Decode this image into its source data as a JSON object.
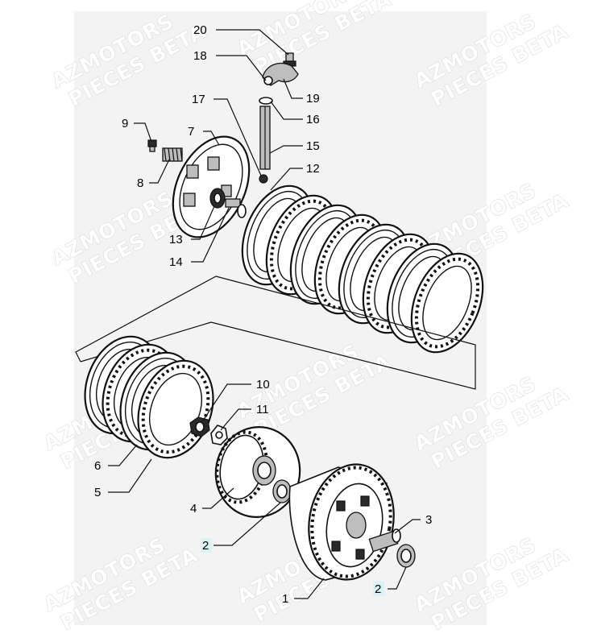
{
  "callouts": [
    {
      "num": "20",
      "highlight": false
    },
    {
      "num": "18",
      "highlight": false
    },
    {
      "num": "19",
      "highlight": false
    },
    {
      "num": "17",
      "highlight": false
    },
    {
      "num": "16",
      "highlight": false
    },
    {
      "num": "15",
      "highlight": false
    },
    {
      "num": "9",
      "highlight": false
    },
    {
      "num": "7",
      "highlight": false
    },
    {
      "num": "8",
      "highlight": false
    },
    {
      "num": "12",
      "highlight": false
    },
    {
      "num": "13",
      "highlight": false
    },
    {
      "num": "14",
      "highlight": false
    },
    {
      "num": "10",
      "highlight": false
    },
    {
      "num": "11",
      "highlight": false
    },
    {
      "num": "6",
      "highlight": false
    },
    {
      "num": "5",
      "highlight": false
    },
    {
      "num": "4",
      "highlight": false
    },
    {
      "num": "3",
      "highlight": false
    },
    {
      "num": "2",
      "highlight": true
    },
    {
      "num": "2",
      "highlight": true
    },
    {
      "num": "1",
      "highlight": false
    }
  ],
  "watermark": {
    "line1": "AZMOTORS",
    "line2": "PIECES BETA"
  },
  "colors": {
    "highlight": "#d8f2f6",
    "ink": "#111111",
    "panel": "#f3f3f3"
  }
}
